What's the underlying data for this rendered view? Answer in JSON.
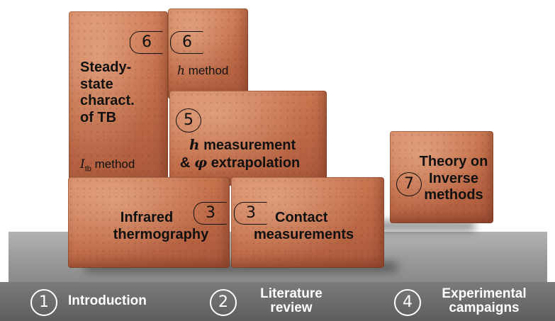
{
  "bricks": {
    "steady": {
      "badge": "6",
      "line1": "Steady-",
      "line2": "state",
      "line3": "charact.",
      "line4": "of TB",
      "sym": "I",
      "sub": "tb",
      "method": "method"
    },
    "h_method": {
      "badge": "6",
      "sym": "h",
      "method": "method"
    },
    "h_measure": {
      "badge": "5",
      "sym": "h",
      "line1_rest": "measurement",
      "line2_pre": "&",
      "phi": "φ",
      "line2_rest": "extrapolation"
    },
    "infrared": {
      "badge": "3",
      "line1": "Infrared",
      "line2": "thermography"
    },
    "contact": {
      "badge": "3",
      "line1": "Contact",
      "line2": "measurements"
    },
    "inverse": {
      "badge": "7",
      "line1": "Theory on",
      "line2": "Inverse",
      "line3": "methods"
    }
  },
  "foundation": {
    "items": [
      {
        "num": "1",
        "line1": "Introduction",
        "line2": ""
      },
      {
        "num": "2",
        "line1": "Literature",
        "line2": "review"
      },
      {
        "num": "4",
        "line1": "Experimental",
        "line2": "campaigns"
      }
    ]
  }
}
